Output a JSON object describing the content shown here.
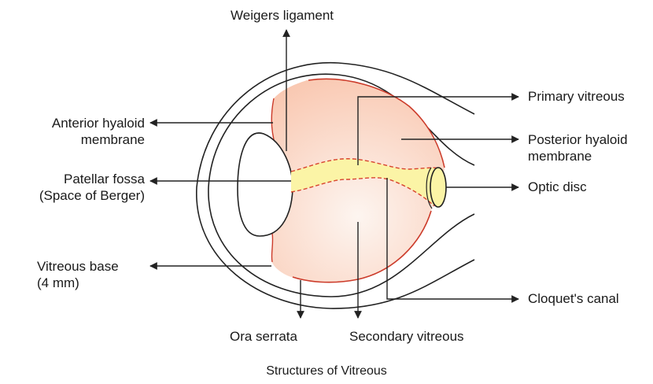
{
  "labels": {
    "weigers_ligament": "Weigers ligament",
    "anterior_hyaloid": [
      "Anterior hyaloid",
      "membrane"
    ],
    "patellar_fossa": [
      "Patellar fossa",
      "(Space of Berger)"
    ],
    "vitreous_base": [
      "Vitreous base",
      "(4 mm)"
    ],
    "ora_serrata": "Ora serrata",
    "secondary_vitreous": "Secondary vitreous",
    "primary_vitreous": "Primary vitreous",
    "posterior_hyaloid": [
      "Posterior hyaloid",
      "membrane"
    ],
    "optic_disc": "Optic disc",
    "cloquets_canal": "Cloquet's canal"
  },
  "caption": "Structures of Vitreous",
  "colors": {
    "vitreous_fill": "#f9c7b0",
    "vitreous_center": "#fdf5f0",
    "hyaloid_border": "#cc3b2a",
    "canal_fill": "#fbf4a6",
    "canal_border": "#d8452f",
    "optic_disc_fill": "#fbf4a6",
    "outline": "#222222"
  }
}
